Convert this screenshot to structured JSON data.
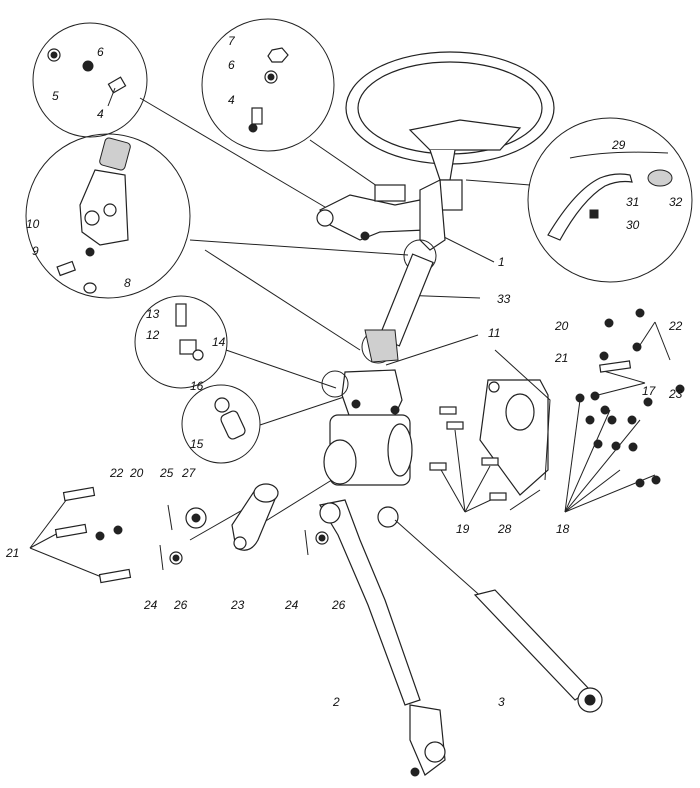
{
  "labels": {
    "l1": "1",
    "l2": "2",
    "l3": "3",
    "l4a": "4",
    "l4b": "4",
    "l5": "5",
    "l6a": "6",
    "l6b": "6",
    "l7": "7",
    "l8": "8",
    "l9": "9",
    "l10": "10",
    "l11": "11",
    "l12": "12",
    "l13": "13",
    "l14": "14",
    "l15": "15",
    "l16": "16",
    "l17": "17",
    "l18": "18",
    "l19": "19",
    "l20a": "20",
    "l20b": "20",
    "l21a": "21",
    "l21b": "21",
    "l22a": "22",
    "l22b": "22",
    "l23a": "23",
    "l23b": "23",
    "l24a": "24",
    "l24b": "24",
    "l25": "25",
    "l26a": "26",
    "l26b": "26",
    "l27": "27",
    "l28": "28",
    "l29": "29",
    "l30": "30",
    "l31": "31",
    "l32": "32",
    "l33": "33"
  }
}
